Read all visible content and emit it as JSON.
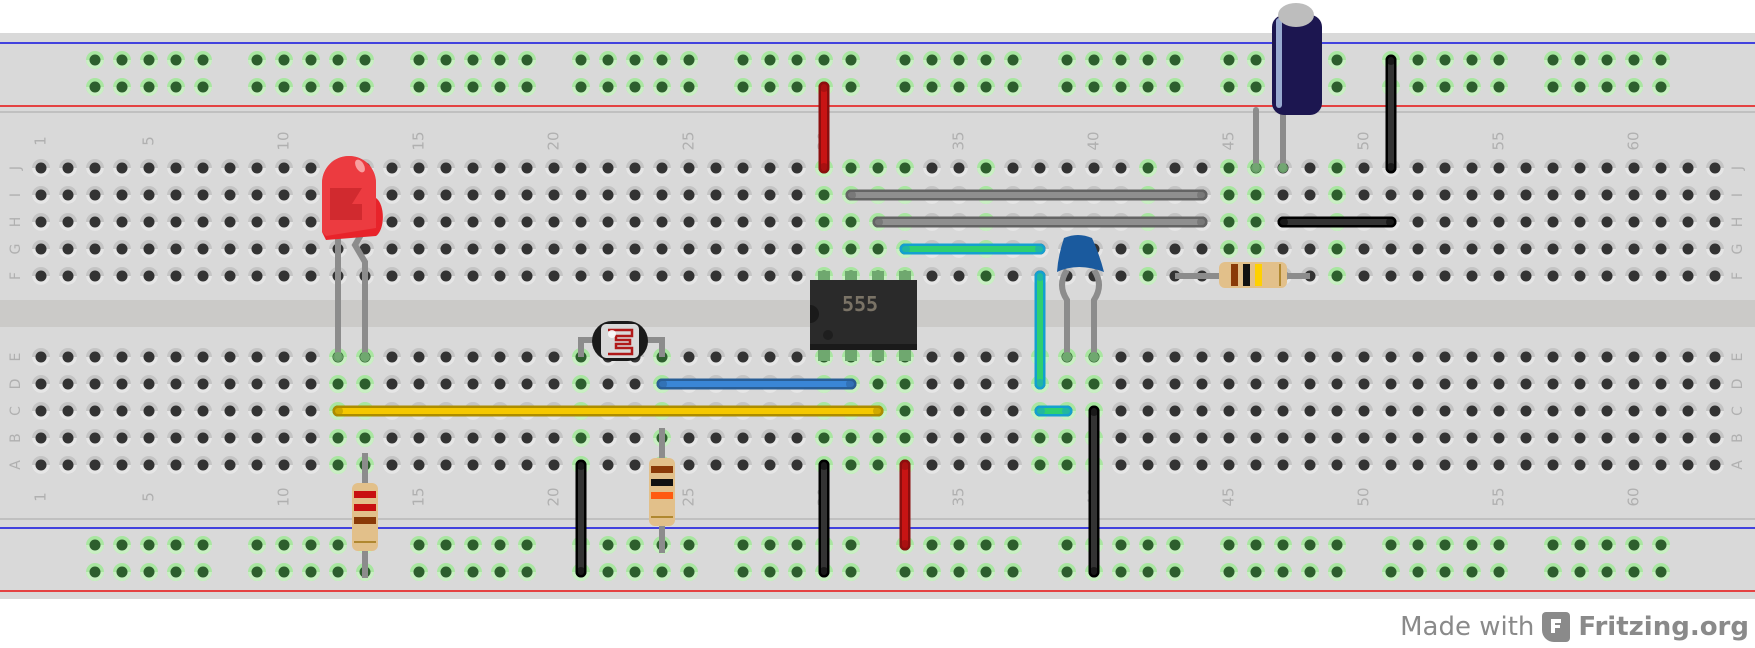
{
  "footer": {
    "made_with": "Made with",
    "brand": "Fritzing.org",
    "logo_icon": "fritzing-logo-icon"
  },
  "breadboard": {
    "columns": 63,
    "row_labels_top": [
      "J",
      "I",
      "H",
      "G",
      "F"
    ],
    "row_labels_bottom": [
      "E",
      "D",
      "C",
      "B",
      "A"
    ],
    "column_labels": [
      "1",
      "5",
      "10",
      "15",
      "20",
      "25",
      "30",
      "35",
      "40",
      "45",
      "50",
      "55",
      "60"
    ],
    "colors": {
      "board": "#d9d9d9",
      "channel": "#cbcac8",
      "rail_positive": "#e81010",
      "rail_negative": "#1010e0",
      "hole": "#333333",
      "hole_connected": "#2d5e2d",
      "hole_connected_ring": "#a8e6a0",
      "label": "#b0b0b0"
    },
    "connected_columns_top": [
      30,
      31,
      32,
      33,
      36,
      42,
      45,
      46,
      49
    ],
    "connected_columns_bottom": [
      12,
      13,
      21,
      24,
      30,
      31,
      32,
      33,
      38,
      39,
      40
    ]
  },
  "components": {
    "led": {
      "label": "Red LED",
      "color": "#e8232a",
      "cols": [
        12,
        13
      ]
    },
    "ldr": {
      "label": "Photocell (LDR)",
      "cols": [
        21,
        24
      ]
    },
    "ic": {
      "label": "555",
      "cols": [
        30,
        31,
        32,
        33
      ]
    },
    "ceramic_capacitor": {
      "label": "Ceramic Capacitor",
      "color": "#1a5a9e",
      "cols": [
        39,
        40
      ]
    },
    "electrolytic_capacitor": {
      "label": "Electrolytic Capacitor",
      "color": "#1c1650",
      "cols": [
        46,
        47
      ]
    },
    "resistors": [
      {
        "label": "Resistor R1",
        "bands": [
          "#c81010",
          "#c81010",
          "#8a3a08"
        ],
        "col": 13
      },
      {
        "label": "Resistor R2",
        "bands": [
          "#8a3a08",
          "#111111",
          "#ff5a10"
        ],
        "col": 24
      },
      {
        "label": "Resistor R3",
        "bands": [
          "#8a3a08",
          "#111111",
          "#ffd000"
        ],
        "cols": [
          43,
          48
        ]
      }
    ]
  },
  "wires": [
    {
      "name": "wire-red-top",
      "color": "#c81414",
      "from": {
        "col": 30,
        "row": "rail_top_2"
      },
      "to": {
        "col": 30,
        "row": "J"
      }
    },
    {
      "name": "wire-gray-1",
      "color": "#8f8f8f",
      "from": {
        "col": 31,
        "row": "I"
      },
      "to": {
        "col": 44,
        "row": "I"
      }
    },
    {
      "name": "wire-gray-2",
      "color": "#8f8f8f",
      "from": {
        "col": 32,
        "row": "H"
      },
      "to": {
        "col": 44,
        "row": "H"
      }
    },
    {
      "name": "wire-teal-1",
      "color": "#2ecf70",
      "from": {
        "col": 33,
        "row": "G"
      },
      "to": {
        "col": 38,
        "row": "G"
      }
    },
    {
      "name": "wire-teal-2",
      "color": "#2ecf70",
      "from": {
        "col": 38,
        "row": "F"
      },
      "to": {
        "col": 38,
        "row": "D"
      }
    },
    {
      "name": "wire-teal-3",
      "color": "#2ecf70",
      "from": {
        "col": 38,
        "row": "C"
      },
      "to": {
        "col": 39,
        "row": "C"
      }
    },
    {
      "name": "wire-black-top-right",
      "color": "#333333",
      "from": {
        "col": 51,
        "row": "rail_top_1"
      },
      "to": {
        "col": 51,
        "row": "J"
      }
    },
    {
      "name": "wire-black-h",
      "color": "#333333",
      "from": {
        "col": 47,
        "row": "H"
      },
      "to": {
        "col": 51,
        "row": "H"
      }
    },
    {
      "name": "wire-yellow",
      "color": "#f5c800",
      "from": {
        "col": 12,
        "row": "C"
      },
      "to": {
        "col": 32,
        "row": "C"
      }
    },
    {
      "name": "wire-blue",
      "color": "#3a86d6",
      "from": {
        "col": 24,
        "row": "D"
      },
      "to": {
        "col": 31,
        "row": "D"
      }
    },
    {
      "name": "wire-black-1",
      "color": "#333333",
      "from": {
        "col": 21,
        "row": "A"
      },
      "to": {
        "col": 21,
        "row": "rail_bottom_2"
      }
    },
    {
      "name": "wire-black-2",
      "color": "#333333",
      "from": {
        "col": 30,
        "row": "A"
      },
      "to": {
        "col": 30,
        "row": "rail_bottom_2"
      }
    },
    {
      "name": "wire-red-bottom",
      "color": "#c81414",
      "from": {
        "col": 33,
        "row": "A"
      },
      "to": {
        "col": 33,
        "row": "rail_bottom_1"
      }
    },
    {
      "name": "wire-black-3",
      "color": "#333333",
      "from": {
        "col": 40,
        "row": "C"
      },
      "to": {
        "col": 40,
        "row": "rail_bottom_2"
      }
    }
  ]
}
